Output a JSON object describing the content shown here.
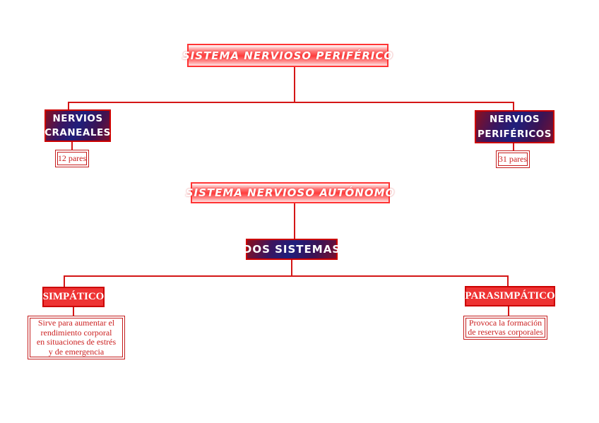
{
  "diagram": {
    "background_color": "#ffffff",
    "colors": {
      "connector": "#d41616",
      "title_banner_border": "#ff3333",
      "title_banner_center": "#ff3c3c",
      "dark_node_red": "#8a1020",
      "dark_node_blue": "#1f1f7c",
      "red_node_bg": "#ee3333",
      "red_node_border": "#cc0000",
      "note_text": "#cc2222"
    },
    "peripheral_section": {
      "title": "SISTEMA NERVIOSO PERIFÉRICO",
      "cranial": {
        "label": "NERVIOS CRANEALES",
        "count": "12 pares"
      },
      "peripheral_nerves": {
        "label": "NERVIOS PERIFÉRICOS",
        "count": "31 pares"
      }
    },
    "autonomic_section": {
      "title": "SISTEMA NERVIOSO AUTÓNOMO",
      "two_systems_label": "DOS SISTEMAS",
      "sympathetic": {
        "label": "SIMPÁTICO",
        "description_lines": [
          "Sirve para aumentar el",
          "rendimiento corporal",
          "en situaciones de estrés",
          "y de emergencia"
        ]
      },
      "parasympathetic": {
        "label": "PARASIMPÁTICO",
        "description_lines": [
          "Provoca la formación",
          "de reservas corporales"
        ]
      }
    }
  }
}
